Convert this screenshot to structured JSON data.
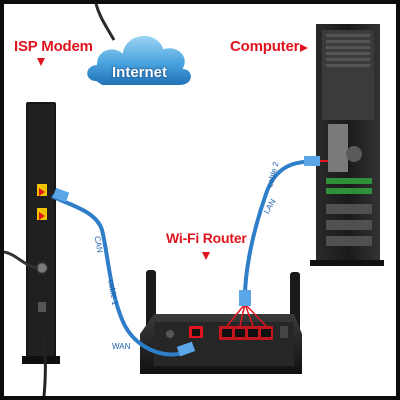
{
  "labels": {
    "internet": "Internet",
    "isp_modem": "ISP Modem",
    "computer": "Computer",
    "wifi_router": "Wi-Fi Router"
  },
  "cable_labels": {
    "modem_port": "CAN",
    "cable1": "cable 1",
    "wan": "WAN",
    "cable2": "cable 2",
    "lan": "LAN"
  },
  "colors": {
    "label_red": "#e0141e",
    "cable_blue": "#2f7ec9",
    "cloud_blue": "#4aa3df"
  },
  "icons": [
    "cloud-icon",
    "modem-icon",
    "router-icon",
    "computer-tower-icon"
  ]
}
